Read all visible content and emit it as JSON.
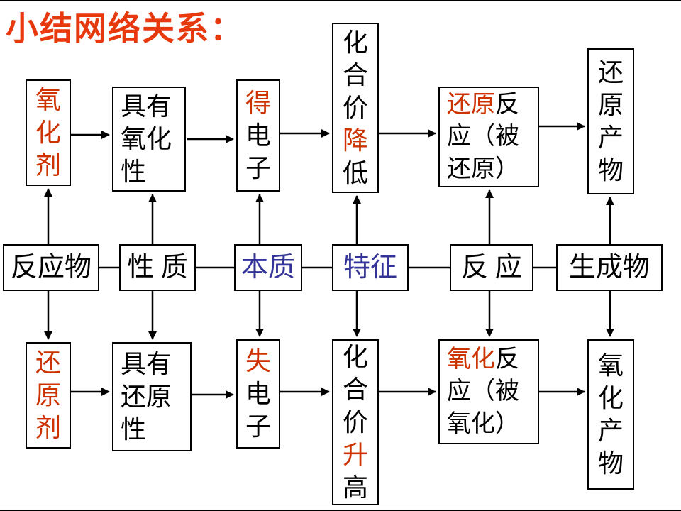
{
  "title": "小结网络关系：",
  "colors": {
    "title-red": "#e8380d",
    "accent-red": "#cc3300",
    "accent-blue": "#333399",
    "line-black": "#000000"
  },
  "top_row": {
    "oxidant": "氧化剂",
    "has_oxidizing_l1": "具有",
    "has_oxidizing_l2": "氧化",
    "has_oxidizing_l3": "性",
    "gain_red": "得",
    "gain_rest": "电子",
    "valence_pre": "化合价",
    "valence_red": "降",
    "valence_post": "低",
    "reaction_red": "还原",
    "reaction_l1": "反",
    "reaction_l2": "应（被",
    "reaction_l3": "还原）",
    "product": "还原产物"
  },
  "middle_row": {
    "reactant": "反应物",
    "property": "性 质",
    "essence": "本质",
    "feature": "特征",
    "reaction": "反 应",
    "product": "生成物"
  },
  "bottom_row": {
    "reductant": "还原剂",
    "has_reducing_l1": "具有",
    "has_reducing_l2": "还原",
    "has_reducing_l3": "性",
    "lose_red": "失",
    "lose_rest": "电子",
    "valence_pre": "化合价",
    "valence_red": "升",
    "valence_post": "高",
    "reaction_red": "氧化",
    "reaction_l1": "反",
    "reaction_l2": "应（被",
    "reaction_l3": "氧化）",
    "product": "氧化产物"
  }
}
